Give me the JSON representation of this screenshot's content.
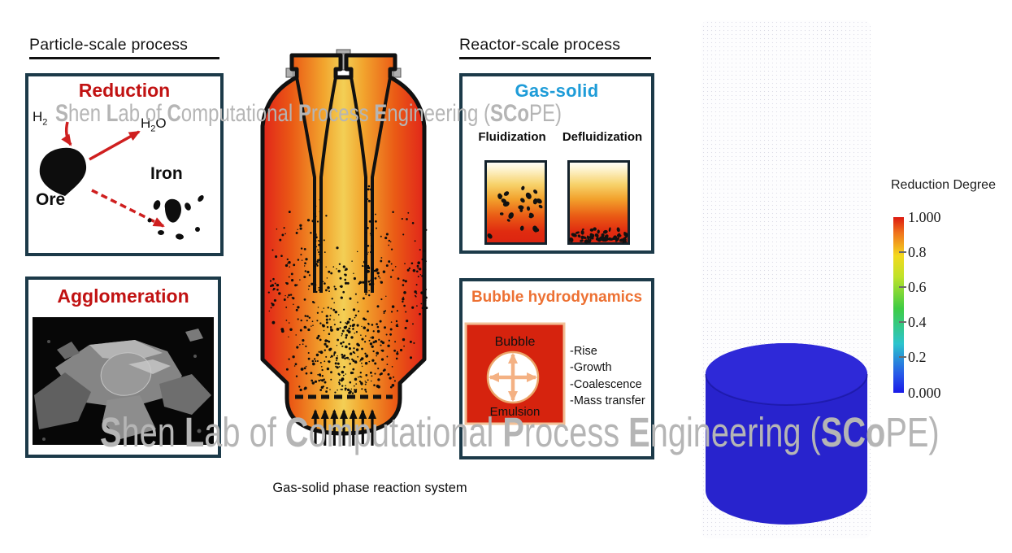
{
  "watermarks": {
    "text": "Shen Lab of Computational Process Engineering (SCoPE)",
    "segments": [
      [
        "S",
        1
      ],
      [
        "hen ",
        0
      ],
      [
        "L",
        1
      ],
      [
        "ab of ",
        0
      ],
      [
        "C",
        1
      ],
      [
        "omputational ",
        0
      ],
      [
        "P",
        1
      ],
      [
        "rocess ",
        0
      ],
      [
        "E",
        1
      ],
      [
        "ngineering (",
        0
      ],
      [
        "SCo",
        1
      ],
      [
        "PE)",
        0
      ]
    ],
    "color": "#b5b5b5"
  },
  "particle_scale": {
    "section_title": "Particle-scale process",
    "reduction": {
      "title": "Reduction",
      "h2": {
        "base": "H",
        "sub": "2"
      },
      "h2o": {
        "base1": "H",
        "sub": "2",
        "base2": "O"
      },
      "ore_label": "Ore",
      "iron_label": "Iron"
    },
    "agglomeration": {
      "title": "Agglomeration"
    }
  },
  "reactor": {
    "caption": "Gas-solid phase reaction system"
  },
  "reactor_scale": {
    "section_title": "Reactor-scale process",
    "gas_solid": {
      "title": "Gas-solid",
      "fluidization_label": "Fluidization",
      "defluidization_label": "Defluidization"
    },
    "bubble_hydrodynamics": {
      "title": "Bubble hydrodynamics",
      "bubble_label": "Bubble",
      "emulsion_label": "Emulsion",
      "mechanisms": [
        "-Rise",
        "-Growth",
        "-Coalescence",
        "-Mass transfer"
      ]
    }
  },
  "render_view": {
    "colorbar": {
      "title": "Reduction Degree",
      "tick_labels": [
        "1.000",
        "0.8",
        "0.6",
        "0.4",
        "0.2",
        "0.000"
      ],
      "range_min": 0.0,
      "range_max": 1.0,
      "colormap": "jet"
    }
  },
  "colors": {
    "heading_red": "#c11212",
    "gas_solid_blue": "#1e9cd8",
    "bubble_orange": "#ed7133",
    "box_border": "#1c3a49",
    "watermark_gray": "#b5b5b5",
    "cylinder_blue": "#2823cd",
    "red_arrow": "#cf1f1f"
  }
}
